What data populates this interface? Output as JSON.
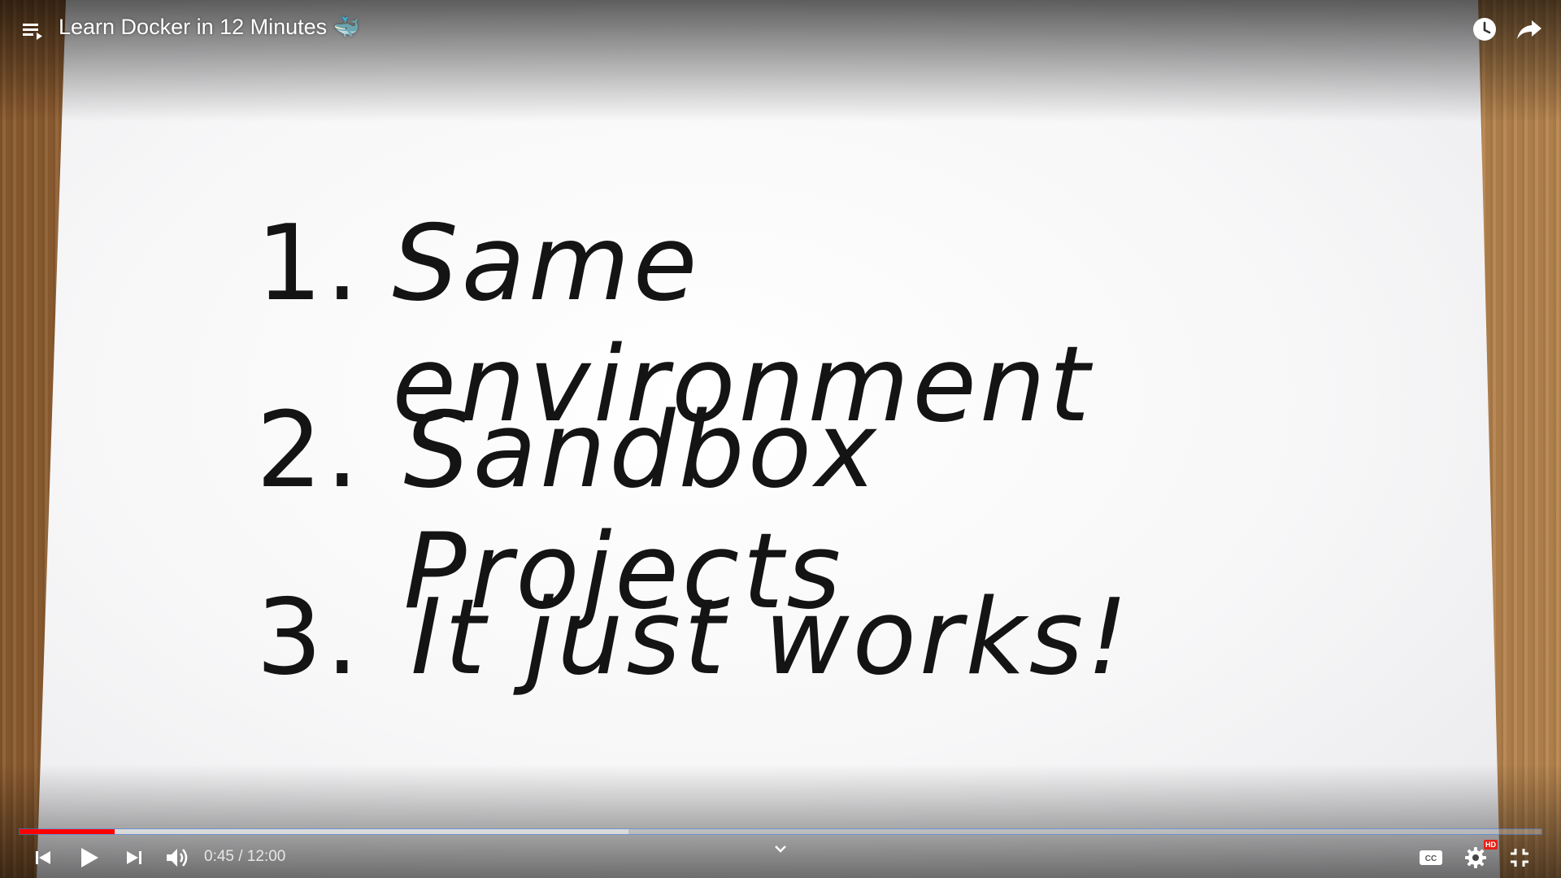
{
  "player": {
    "title": "Learn Docker in 12 Minutes",
    "title_emoji": "🐳",
    "current_time": "0:45",
    "duration": "12:00",
    "time_separator": " / ",
    "progress_played_fraction": 0.0625,
    "progress_loaded_fraction": 0.4,
    "accent_color": "#ff0000",
    "quality_badge": "HD"
  },
  "top_icons": {
    "playlist": "playlist-icon",
    "watch_later": "clock-icon",
    "share": "share-icon"
  },
  "bottom_icons": {
    "previous": "skip-previous-icon",
    "play": "play-icon",
    "next": "skip-next-icon",
    "volume": "volume-icon",
    "chevron": "chevron-down-icon",
    "captions": "captions-icon",
    "settings": "gear-icon",
    "fullscreen": "exit-fullscreen-icon"
  },
  "video_frame": {
    "lines": [
      {
        "number": "1.",
        "text": "Same environment"
      },
      {
        "number": "2.",
        "text": "Sandbox Projects"
      },
      {
        "number": "3.",
        "text": "It just works!"
      }
    ]
  }
}
